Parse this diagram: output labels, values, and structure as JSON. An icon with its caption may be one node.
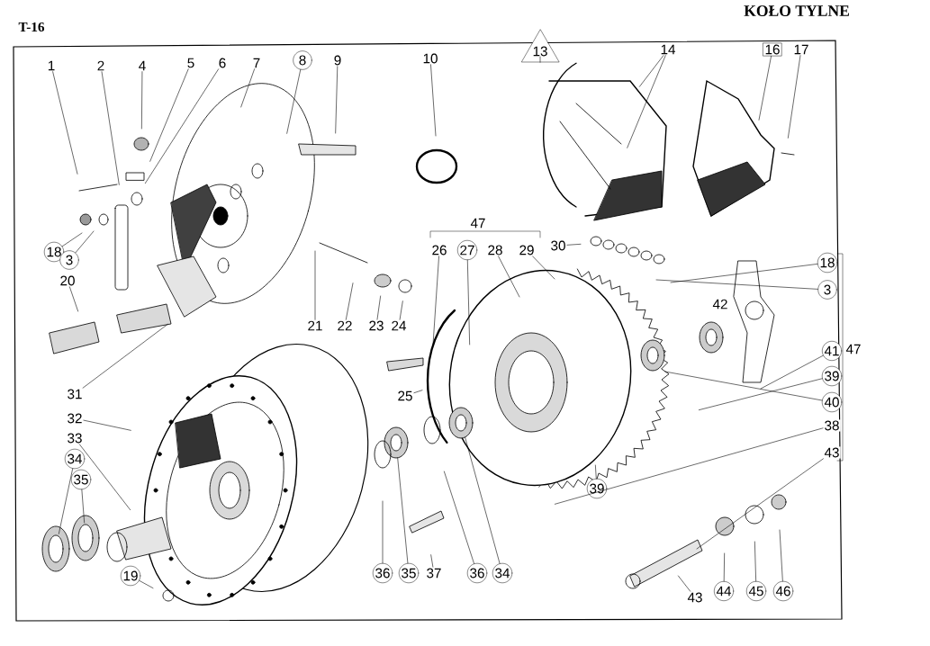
{
  "diagram": {
    "title": "KOŁO TYLNE",
    "nodes": [
      {
        "text": [
          "1"
        ]
      },
      {
        "text": [
          "2"
        ]
      },
      {
        "text": [
          "4"
        ]
      },
      {
        "text": [
          "5"
        ]
      },
      {
        "text": [
          "6"
        ]
      },
      {
        "text": [
          "7"
        ]
      },
      {
        "text": [
          "8"
        ]
      },
      {
        "text": [
          "9"
        ]
      },
      {
        "text": [
          "10"
        ]
      },
      {
        "text": [
          "13"
        ]
      },
      {
        "text": [
          "14"
        ]
      },
      {
        "text": [
          "16"
        ]
      },
      {
        "text": [
          "17"
        ]
      },
      {
        "text": [
          "26"
        ]
      },
      {
        "text": [
          "27"
        ]
      },
      {
        "text": [
          "28"
        ]
      },
      {
        "text": [
          "29"
        ]
      },
      {
        "text": [
          "30"
        ]
      },
      {
        "text": [
          "18"
        ]
      },
      {
        "text": [
          "18"
        ]
      },
      {
        "text": [
          "3"
        ]
      },
      {
        "text": [
          "3"
        ]
      },
      {
        "text": [
          "20"
        ]
      },
      {
        "text": [
          "21"
        ]
      },
      {
        "text": [
          "22"
        ]
      },
      {
        "text": [
          "23"
        ]
      },
      {
        "text": [
          "24"
        ]
      },
      {
        "text": [
          "31"
        ]
      },
      {
        "text": [
          "32"
        ]
      },
      {
        "text": [
          "33"
        ]
      },
      {
        "text": [
          "34"
        ]
      },
      {
        "text": [
          "35"
        ]
      },
      {
        "text": [
          "19"
        ]
      },
      {
        "text": [
          "25"
        ]
      },
      {
        "text": [
          "36"
        ]
      },
      {
        "text": [
          "35"
        ]
      },
      {
        "text": [
          "37"
        ]
      },
      {
        "text": [
          "36"
        ]
      },
      {
        "text": [
          "34"
        ]
      },
      {
        "text": [
          "39"
        ]
      },
      {
        "text": [
          "41"
        ]
      },
      {
        "text": [
          "39"
        ]
      },
      {
        "text": [
          "40"
        ]
      },
      {
        "text": [
          "38"
        ]
      },
      {
        "text": [
          "43"
        ]
      },
      {
        "text": [
          "43"
        ]
      },
      {
        "text": [
          "44"
        ]
      },
      {
        "text": [
          "45"
        ]
      },
      {
        "text": [
          "46"
        ]
      }
    ],
    "edges": [
      {
        "from": 0,
        "to": null,
        "arrow": "none"
      },
      {
        "from": 1,
        "to": null,
        "arrow": "none"
      },
      {
        "from": 2,
        "to": null,
        "arrow": "none"
      },
      {
        "from": 3,
        "to": null,
        "arrow": "none"
      },
      {
        "from": 4,
        "to": null,
        "arrow": "none"
      },
      {
        "from": 5,
        "to": null,
        "arrow": "none"
      },
      {
        "from": 6,
        "to": null,
        "arrow": "none"
      },
      {
        "from": 7,
        "to": null,
        "arrow": "none"
      },
      {
        "from": 8,
        "to": null,
        "arrow": "none"
      },
      {
        "from": 9,
        "to": null,
        "arrow": "none"
      },
      {
        "from": 10,
        "to": null,
        "arrow": "none"
      },
      {
        "from": 10,
        "to": null,
        "arrow": "none"
      },
      {
        "from": 11,
        "to": null,
        "arrow": "none"
      },
      {
        "from": 12,
        "to": null,
        "arrow": "none"
      },
      {
        "from": 13,
        "to": null,
        "arrow": "none"
      },
      {
        "from": 14,
        "to": null,
        "arrow": "none"
      },
      {
        "from": 15,
        "to": null,
        "arrow": "none"
      },
      {
        "from": 16,
        "to": null,
        "arrow": "none"
      },
      {
        "from": 17,
        "to": null,
        "arrow": "none"
      },
      {
        "from": 18,
        "to": null,
        "arrow": "none"
      },
      {
        "from": 19,
        "to": null,
        "arrow": "none"
      },
      {
        "from": 20,
        "to": null,
        "arrow": "none"
      },
      {
        "from": 21,
        "to": null,
        "arrow": "none"
      },
      {
        "from": 22,
        "to": null,
        "arrow": "none"
      },
      {
        "from": 23,
        "to": null,
        "arrow": "none"
      },
      {
        "from": 24,
        "to": null,
        "arrow": "none"
      },
      {
        "from": 25,
        "to": null,
        "arrow": "none"
      },
      {
        "from": 26,
        "to": null,
        "arrow": "none"
      },
      {
        "from": 27,
        "to": null,
        "arrow": "none"
      },
      {
        "from": 28,
        "to": null,
        "arrow": "none"
      },
      {
        "from": 29,
        "to": null,
        "arrow": "none"
      },
      {
        "from": 30,
        "to": null,
        "arrow": "none"
      },
      {
        "from": 31,
        "to": null,
        "arrow": "none"
      },
      {
        "from": 32,
        "to": null,
        "arrow": "none"
      },
      {
        "from": 33,
        "to": null,
        "arrow": "none"
      },
      {
        "from": 34,
        "to": null,
        "arrow": "none"
      },
      {
        "from": 35,
        "to": null,
        "arrow": "none"
      },
      {
        "from": 36,
        "to": null,
        "arrow": "none"
      },
      {
        "from": 37,
        "to": null,
        "arrow": "none"
      },
      {
        "from": 38,
        "to": null,
        "arrow": "none"
      },
      {
        "from": 39,
        "to": null,
        "arrow": "none"
      },
      {
        "from": 40,
        "to": null,
        "arrow": "none"
      },
      {
        "from": 41,
        "to": null,
        "arrow": "none"
      },
      {
        "from": 42,
        "to": null,
        "arrow": "none"
      },
      {
        "from": 43,
        "to": null,
        "arrow": "none"
      },
      {
        "from": 44,
        "to": null,
        "arrow": "none"
      },
      {
        "from": 45,
        "to": null,
        "arrow": "none"
      },
      {
        "from": 46,
        "to": null,
        "arrow": "none"
      },
      {
        "from": 47,
        "to": null,
        "arrow": "none"
      },
      {
        "from": 48,
        "to": null,
        "arrow": "none"
      }
    ],
    "labels": [
      "T-16",
      "47",
      "42",
      "47"
    ]
  }
}
